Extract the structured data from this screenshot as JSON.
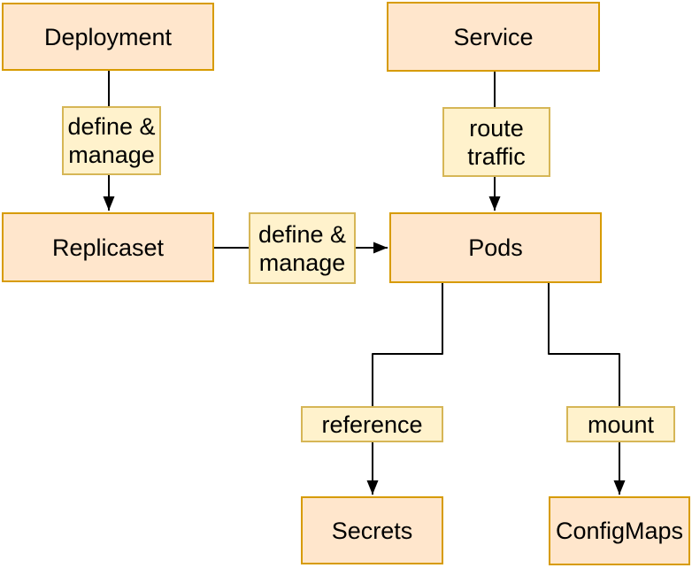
{
  "diagram": {
    "type": "flowchart",
    "nodes": {
      "deployment": {
        "label": "Deployment"
      },
      "service": {
        "label": "Service"
      },
      "replicaset": {
        "label": "Replicaset"
      },
      "pods": {
        "label": "Pods"
      },
      "secrets": {
        "label": "Secrets"
      },
      "configmaps": {
        "label": "ConfigMaps"
      }
    },
    "edge_labels": {
      "deployment_to_replicaset": "define &\nmanage",
      "replicaset_to_pods": "define &\nmanage",
      "service_to_pods": "route\ntraffic",
      "pods_to_secrets": "reference",
      "pods_to_configmaps": "mount"
    },
    "edges": [
      {
        "from": "Deployment",
        "to": "Replicaset",
        "label": "define & manage",
        "direction": "down"
      },
      {
        "from": "Replicaset",
        "to": "Pods",
        "label": "define & manage",
        "direction": "right"
      },
      {
        "from": "Service",
        "to": "Pods",
        "label": "route traffic",
        "direction": "down"
      },
      {
        "from": "Pods",
        "to": "Secrets",
        "label": "reference",
        "direction": "down-left"
      },
      {
        "from": "Pods",
        "to": "ConfigMaps",
        "label": "mount",
        "direction": "down-right"
      }
    ],
    "colors": {
      "node_fill": "#FFE6CC",
      "node_border": "#D79B00",
      "label_fill": "#FFF2CC",
      "label_border": "#D6B656",
      "edge": "#000000",
      "background": "#FFFFFF"
    }
  }
}
